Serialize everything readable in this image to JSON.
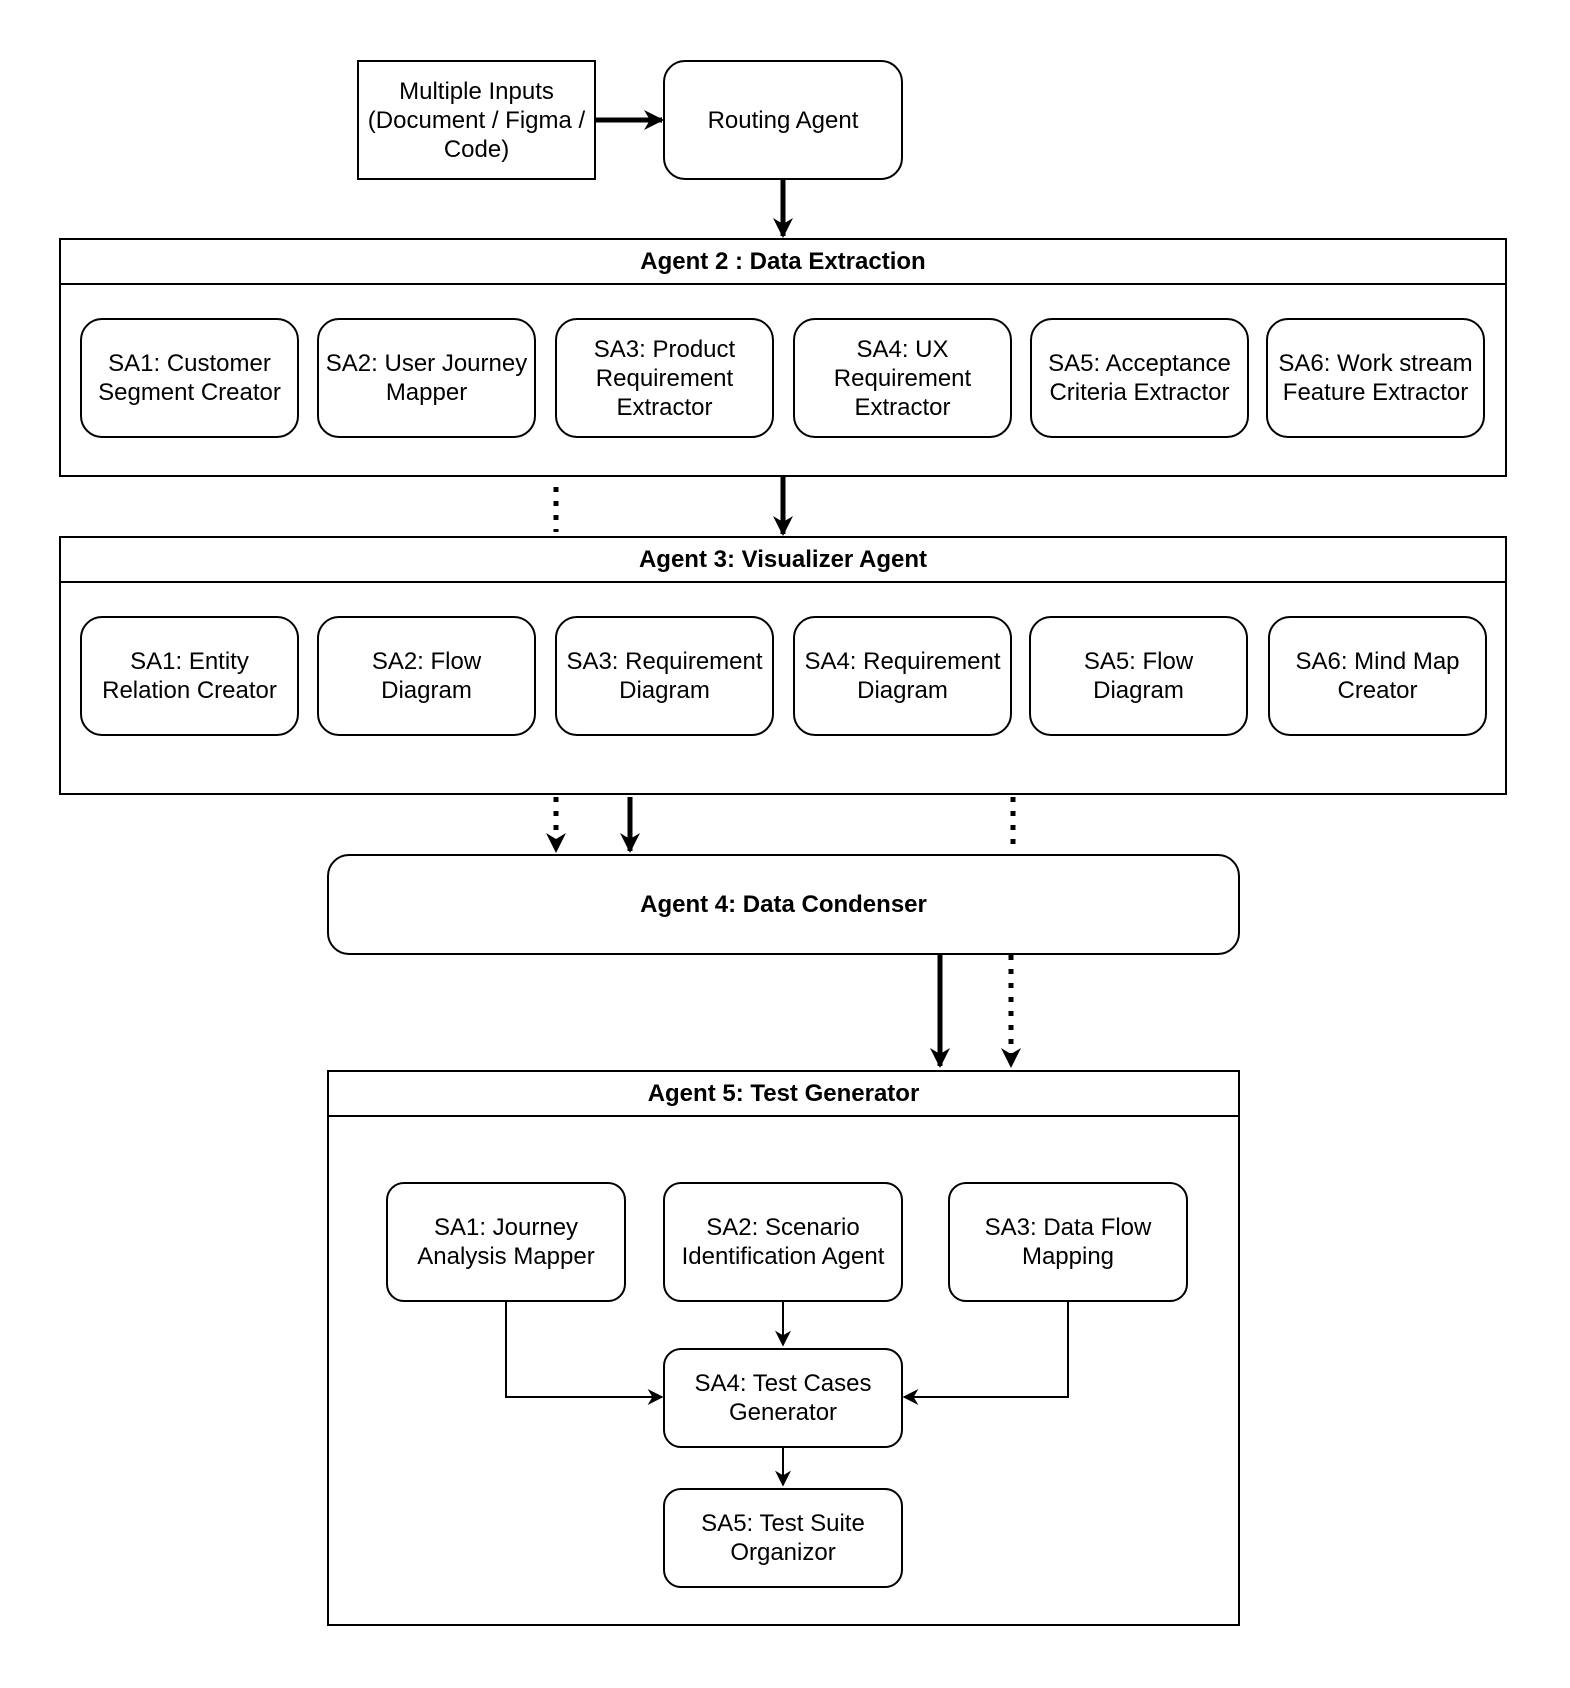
{
  "inputs": {
    "label": "Multiple Inputs (Document / Figma / Code)"
  },
  "routing_agent": {
    "label": "Routing Agent"
  },
  "agent2": {
    "title": "Agent 2 : Data Extraction",
    "subagents": [
      "SA1: Customer Segment Creator",
      "SA2: User Journey Mapper",
      "SA3: Product Requirement Extractor",
      "SA4: UX Requirement Extractor",
      "SA5: Acceptance Criteria Extractor",
      "SA6: Work stream Feature Extractor"
    ]
  },
  "agent3": {
    "title": "Agent 3: Visualizer Agent",
    "subagents": [
      "SA1: Entity Relation Creator",
      "SA2: Flow Diagram",
      "SA3: Requirement Diagram",
      "SA4: Requirement Diagram",
      "SA5: Flow Diagram",
      "SA6: Mind Map Creator"
    ]
  },
  "agent4": {
    "title": "Agent 4: Data Condenser"
  },
  "agent5": {
    "title": "Agent 5: Test Generator",
    "subagents": [
      "SA1: Journey Analysis Mapper",
      "SA2: Scenario Identification Agent",
      "SA3: Data Flow Mapping",
      "SA4: Test Cases Generator",
      "SA5: Test Suite Organizor"
    ]
  }
}
